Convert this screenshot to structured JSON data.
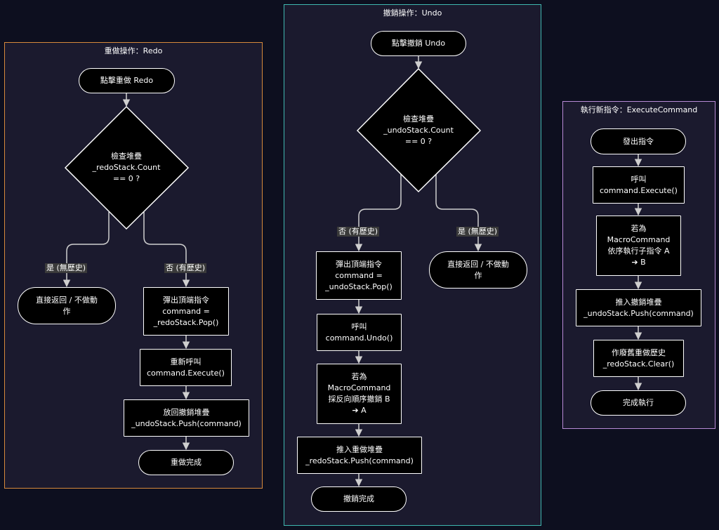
{
  "colors": {
    "background": "#0d0f1f",
    "panel_fill": "#1b1a2e",
    "redo_border": "#d6893b",
    "undo_border": "#3fb8b0",
    "exec_border": "#b88ad6",
    "edge": "#cfcfcf",
    "node_fill": "#000000"
  },
  "panels": {
    "redo": {
      "title": "重做操作：Redo"
    },
    "undo": {
      "title": "撤銷操作：Undo"
    },
    "exec": {
      "title": "執行新指令：ExecuteCommand"
    }
  },
  "redo": {
    "start": "點擊重做 Redo",
    "decision": "檢查堆疊\n_redoStack.Count\n== 0 ?",
    "yes_label": "是 (無歷史)",
    "no_label": "否 (有歷史)",
    "return": "直接返回 / 不做動\n作",
    "pop": "彈出頂端指令\ncommand =\n_redoStack.Pop()",
    "execute": "重新呼叫\ncommand.Execute()",
    "push": "放回撤銷堆疊\n_undoStack.Push(command)",
    "done": "重做完成"
  },
  "undo": {
    "start": "點擊撤銷 Undo",
    "decision": "檢查堆疊\n_undoStack.Count\n== 0 ?",
    "no_label": "否 (有歷史)",
    "yes_label": "是 (無歷史)",
    "return": "直接返回 / 不做動\n作",
    "pop": "彈出頂端指令\ncommand =\n_undoStack.Pop()",
    "call": "呼叫\ncommand.Undo()",
    "macro": "若為\nMacroCommand\n採反向順序撤銷 B\n➔ A",
    "push": "推入重做堆疊\n_redoStack.Push(command)",
    "done": "撤銷完成"
  },
  "exec": {
    "start": "發出指令",
    "call": "呼叫\ncommand.Execute()",
    "macro": "若為\nMacroCommand\n依序執行子指令 A\n➔ B",
    "push": "推入撤銷堆疊\n_undoStack.Push(command)",
    "clear": "作廢舊重做歷史\n_redoStack.Clear()",
    "done": "完成執行"
  }
}
